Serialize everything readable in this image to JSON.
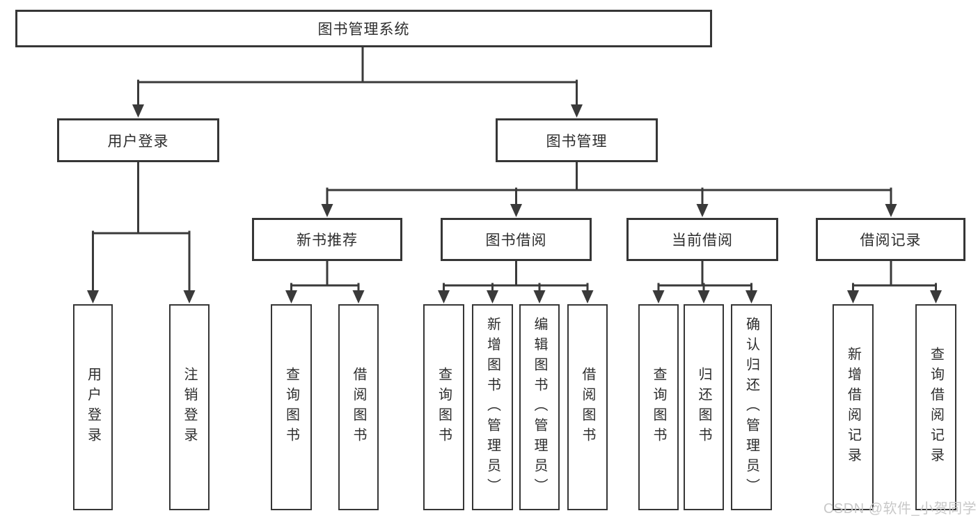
{
  "diagram_type": "hierarchy-tree",
  "colors": {
    "line": "#3a3a3a",
    "box_border": "#363636",
    "box_fill": "#ffffff",
    "text": "#2d2d2d",
    "watermark": "#c8c8c8",
    "background": "#ffffff"
  },
  "watermark": {
    "text": "CSDN @软件_小贺同学"
  },
  "tree": {
    "label": "图书管理系统",
    "children": [
      {
        "label": "用户登录",
        "children": [
          {
            "label": "用户登录"
          },
          {
            "label": "注销登录"
          }
        ]
      },
      {
        "label": "图书管理",
        "children": [
          {
            "label": "新书推荐",
            "children": [
              {
                "label": "查询图书"
              },
              {
                "label": "借阅图书"
              }
            ]
          },
          {
            "label": "图书借阅",
            "children": [
              {
                "label": "查询图书"
              },
              {
                "label": "新增图书（管理员）"
              },
              {
                "label": "编辑图书（管理员）"
              },
              {
                "label": "借阅图书"
              }
            ]
          },
          {
            "label": "当前借阅",
            "children": [
              {
                "label": "查询图书"
              },
              {
                "label": "归还图书"
              },
              {
                "label": "确认归还（管理员）"
              }
            ]
          },
          {
            "label": "借阅记录",
            "children": [
              {
                "label": "新增借阅记录"
              },
              {
                "label": "查询借阅记录"
              }
            ]
          }
        ]
      }
    ]
  }
}
